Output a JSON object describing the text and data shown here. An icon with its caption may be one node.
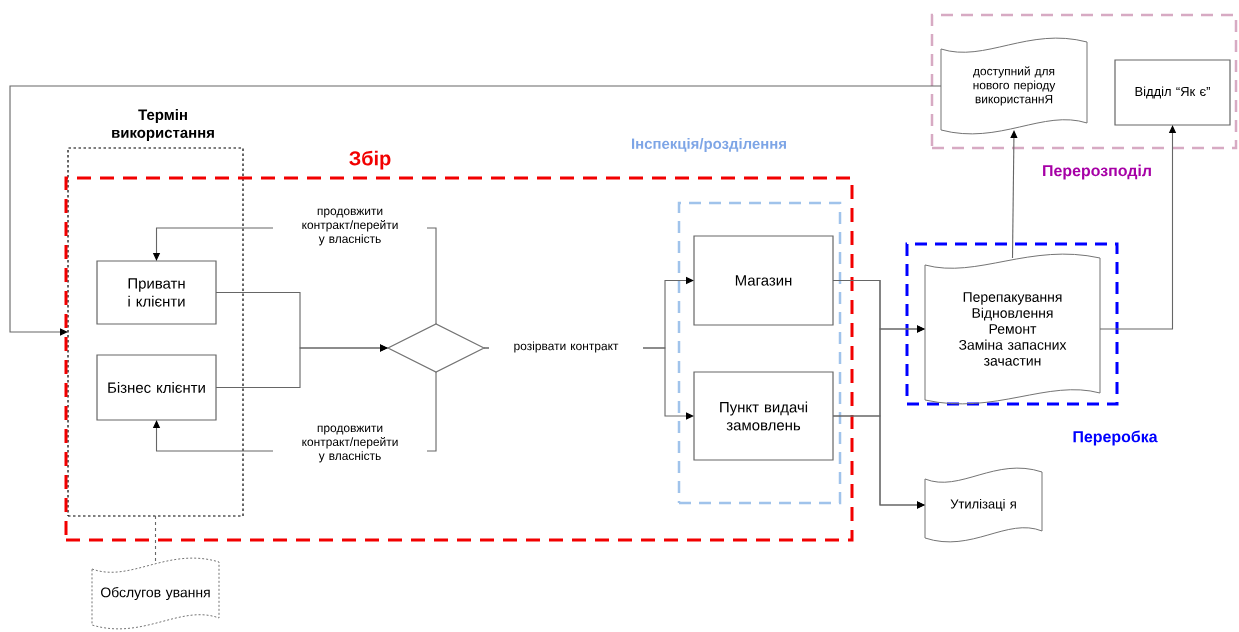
{
  "diagram": {
    "nodes": [
      {
        "text": [
          "Термін використання"
        ]
      },
      {
        "text": [
          "Збір"
        ]
      },
      {
        "text": [
          "Приватн і клієнти"
        ],
        "in": 0
      },
      {
        "text": [
          "Бізнес клієнти"
        ],
        "in": 0
      },
      {
        "text": [],
        "shape": "diamond",
        "in": 1
      },
      {
        "text": [
          "Інспекція/розділення"
        ],
        "in": 1
      },
      {
        "text": [
          "Магазин"
        ],
        "in": 5
      },
      {
        "text": [
          "Пункт видачі замовлень"
        ],
        "in": 5
      },
      {
        "text": [
          "Перерозподіл"
        ]
      },
      {
        "text": [
          "доступний для нового періоду використаннЯ"
        ],
        "in": 8
      },
      {
        "text": [
          "Відділ “Як є”"
        ],
        "in": 8
      },
      {
        "text": [
          "Переробка"
        ]
      },
      {
        "text": [
          "Перепакування",
          "Відновлення",
          "Ремонт",
          "Заміна запасних зачастин"
        ],
        "in": 11
      },
      {
        "text": [
          "Утилізаці я"
        ]
      },
      {
        "text": [
          "Обслугов ування"
        ]
      }
    ],
    "edges": [
      {
        "from": 2,
        "to": 4,
        "arrow": "to"
      },
      {
        "from": 3,
        "to": 4,
        "arrow": "to"
      },
      {
        "from": 4,
        "to": 2,
        "arrow": "to",
        "label": "продовжити контракт/перейти у власність"
      },
      {
        "from": 4,
        "to": 3,
        "arrow": "to",
        "label": "продовжити контракт/перейти у власність"
      },
      {
        "from": 4,
        "to": 6,
        "arrow": "to",
        "label": "розірвати контракт"
      },
      {
        "from": 4,
        "to": 7,
        "arrow": "to"
      },
      {
        "from": 6,
        "to": 12,
        "arrow": "to"
      },
      {
        "from": 7,
        "to": 12,
        "arrow": "to"
      },
      {
        "from": 6,
        "to": 13,
        "arrow": "to"
      },
      {
        "from": 7,
        "to": 13,
        "arrow": "to"
      },
      {
        "from": 12,
        "to": 9,
        "arrow": "to"
      },
      {
        "from": 12,
        "to": 10,
        "arrow": "to"
      },
      {
        "from": 9,
        "to": 0,
        "arrow": "to"
      },
      {
        "from": 0,
        "to": 14,
        "arrow": "none",
        "style": "dashed"
      }
    ]
  }
}
